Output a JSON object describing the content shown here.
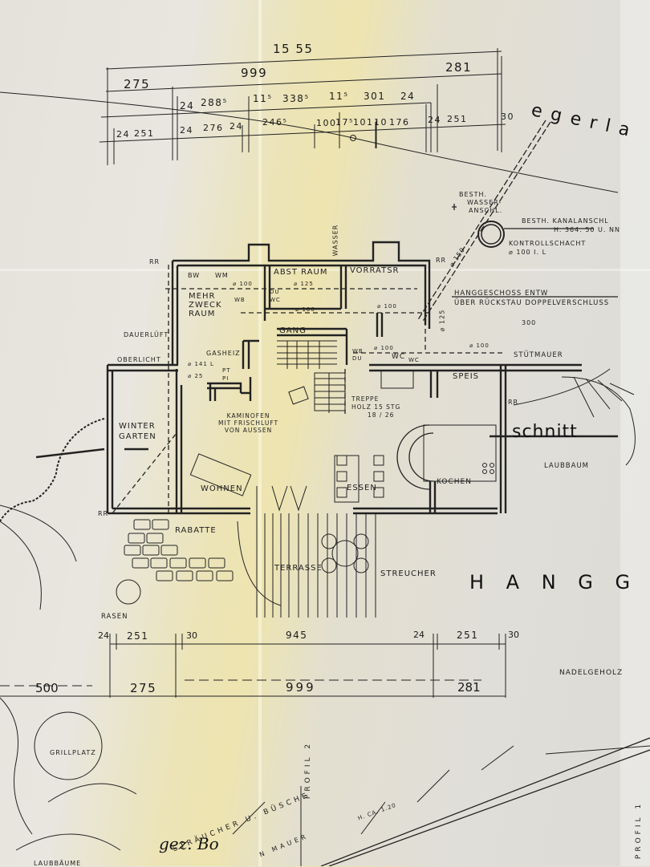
{
  "document": {
    "type": "architectural floor plan (hand-drafted, photographed)",
    "paper_colors": {
      "base": "#e3e1d9",
      "yellowed": "#ece4b8",
      "ink": "#1f1f1f"
    }
  },
  "dimensions_top": {
    "overall": "15 55",
    "row1": [
      "275",
      "999",
      "281"
    ],
    "row2": [
      "24",
      "288⁵",
      "11⁵",
      "338⁵",
      "11⁵",
      "301",
      "24"
    ],
    "row3": [
      "24",
      "251",
      "24",
      "276",
      "24",
      "246⁵",
      "100",
      "17⁵",
      "101",
      "10",
      "176",
      "24",
      "251",
      "30"
    ]
  },
  "dimensions_bottom": {
    "row1": [
      "24",
      "251",
      "30",
      "945",
      "24",
      "251",
      "30"
    ],
    "row2": [
      "500",
      "275",
      "999",
      "281"
    ]
  },
  "street_label": "egerla",
  "rooms": {
    "mehrzweck": "MEHR ZWECK RAUM",
    "abstraum": "ABST RAUM",
    "vorratsr": "VORRATSR",
    "gang": "GANG",
    "gasheiz": "GASHEIZ",
    "winter_garten": "WINTER GARTEN",
    "wohnen": "WOHNEN",
    "essen": "ESSEN",
    "kochen": "KOCHEN",
    "speis": "SPEIS",
    "wc1": "WC",
    "wc2": "WC"
  },
  "fixtures": {
    "bw": "BW",
    "wm": "WM",
    "wb1": "WB",
    "wb2": "WB",
    "du1": "DU",
    "wc_small": "WC",
    "du2": "DU",
    "pt1": "PT",
    "pt2": "PI",
    "d141": "⌀ 141 L",
    "d25": "⌀ 25",
    "d100_a": "⌀ 100",
    "d125_a": "⌀ 125",
    "d100_b": "⌀ 100",
    "d100_c": "⌀ 100",
    "d100_d": "⌀ 100",
    "d125_b": "⌀ 125",
    "d150": "⌀ 150",
    "d100_e": "⌀ 100"
  },
  "annotations": {
    "wasser": "WASSER",
    "rr": "RR",
    "dauerluft": "DAUERLÜFT",
    "oberlicht": "OBERLICHT",
    "kaminofen": [
      "KAMINOFEN",
      "MIT FRISCHLUFT",
      "VON AUSSEN"
    ],
    "treppe": [
      "TREPPE",
      "HOLZ  15 STG",
      "18 / 26"
    ],
    "besth_wasser": [
      "BESTH.",
      "WASSER-",
      "ANSCHL."
    ],
    "kanal": [
      "BESTH. KANALANSCHL",
      "H. 364. 50 U. NN"
    ],
    "kontroll": [
      "KONTROLLSCHACHT",
      "⌀ 100 I. L"
    ],
    "hanggeschoss": [
      "HANGGESCHOSS ENTW",
      "ÜBER RÜCKSTAU DOPPELVERSCHLUSS"
    ],
    "stuetzmauer": "STÜTMAUER",
    "stuetz_dim": "300",
    "schnitt": "schnitt",
    "laubbaum": "LAUBBAUM",
    "rabatte": "RABATTE",
    "terrasse": "TERRASSE",
    "streucher": "STREUCHER",
    "hangge": "H A N G G E",
    "rasen": "RASEN",
    "nadelgeholz": "NADELGEHOLZ",
    "grillplatz": "GRILLPLATZ",
    "laubbaume": "LAUBBÄUME",
    "profil2": "PROFIL 2",
    "profil1": "PROFIL 1",
    "straucher": "STRÄUCHER  U.  BÜSCHE",
    "mauer": "N  MAUER",
    "mauer_h": "H. CA. 1.20",
    "signature": "gez. Bo"
  }
}
